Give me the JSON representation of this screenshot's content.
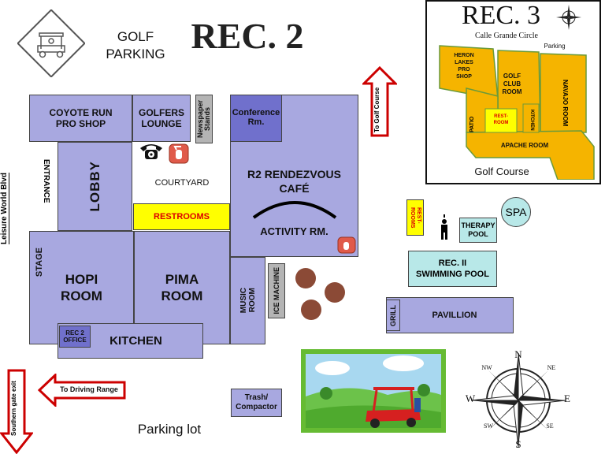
{
  "title_rec2": "REC. 2",
  "title_rec3": "REC. 3",
  "golf_parking": [
    "GOLF",
    "PARKING"
  ],
  "rooms": {
    "coyote": [
      "COYOTE RUN",
      "PRO SHOP"
    ],
    "golfers_lounge": [
      "GOLFERS",
      "LOUNGE"
    ],
    "newspaper": [
      "Newspaper",
      "Stands"
    ],
    "conference": [
      "Conference",
      "Rm."
    ],
    "lobby": "LOBBY",
    "entrance": "ENTRANCE",
    "courtyard": "COURTYARD",
    "restrooms": "RESTROOMS",
    "cafe": [
      "R2 RENDEZVOUS",
      "CAFÉ"
    ],
    "activity": "ACTIVITY RM.",
    "stage": "STAGE",
    "hopi": [
      "HOPI",
      "ROOM"
    ],
    "pima": [
      "PIMA",
      "ROOM"
    ],
    "music": [
      "MUSIC",
      "ROOM"
    ],
    "ice": "ICE MACHINE",
    "rec2_office": [
      "REC 2",
      "OFFICE"
    ],
    "kitchen": "KITCHEN",
    "trash": [
      "Trash/",
      "Compactor"
    ],
    "restrooms_small": [
      "REST-",
      "ROOMS"
    ],
    "therapy": [
      "THERAPY",
      "POOL"
    ],
    "spa": "SPA",
    "swimming": [
      "REC. II",
      "SWIMMING POOL"
    ],
    "grill": "GRILL",
    "pavillion": "PAVILLION"
  },
  "rec3": {
    "street": "Calle Grande Circle",
    "parking": "Parking",
    "heron": [
      "HERON",
      "LAKES",
      "PRO",
      "SHOP"
    ],
    "golf_club": [
      "GOLF",
      "CLUB",
      "ROOM"
    ],
    "navajo": "NAVAJO ROOM",
    "patio": "PATIO",
    "restroom": [
      "REST-",
      "ROOM"
    ],
    "kitchen": "KITCHEN",
    "apache": "APACHE ROOM",
    "golf_course": "Golf Course"
  },
  "road_leisure": "Leisure World Blvd",
  "arrows": {
    "golf_course": "To Golf Course",
    "driving_range": "To Driving Range",
    "southern_exit": "Southern gate exit"
  },
  "parking_lot": "Parking lot",
  "compass": {
    "n": "N",
    "s": "S",
    "e": "E",
    "w": "W",
    "nw": "NW",
    "ne": "NE",
    "sw": "SW",
    "se": "SE"
  },
  "colors": {
    "room": "#a8a8e0",
    "room_dark": "#7070cc",
    "restroom": "#ffff00",
    "rec3_room": "#f5b400",
    "therapy": "#b8e8e8",
    "arrow": "#cc0000"
  }
}
